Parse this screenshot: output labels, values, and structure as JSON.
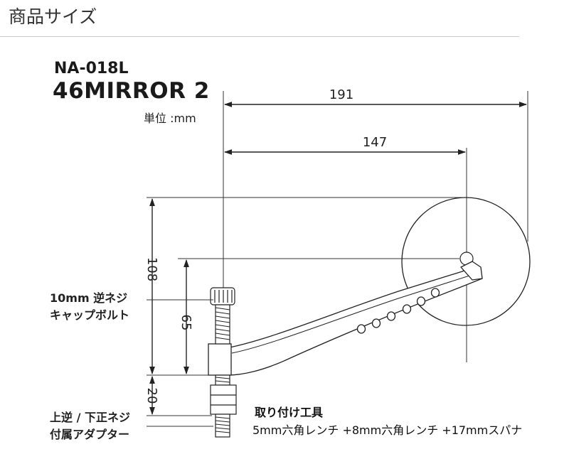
{
  "section_title": "商品サイズ",
  "model_number": "NA-018L",
  "product_name": "46MIRROR 2",
  "unit_label": "単位 :mm",
  "dimensions": {
    "overall_width": "191",
    "mount_to_center": "147",
    "total_height": "108",
    "bolt_to_arm": "65",
    "adapter_length": "20"
  },
  "callouts": {
    "cap_bolt": [
      "10mm 逆ネジ",
      "キャップボルト"
    ],
    "adapter": [
      "上逆 / 下正ネジ",
      "付属アダプター"
    ]
  },
  "tools": {
    "heading": "取り付け工具",
    "items": "5mm六角レンチ +8mm六角レンチ +17mmスパナ"
  }
}
